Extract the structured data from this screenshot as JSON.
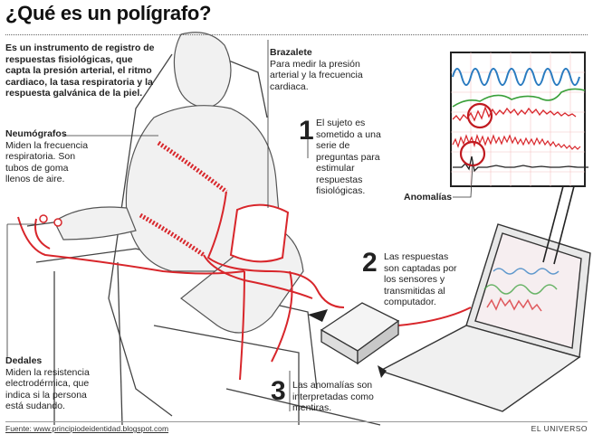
{
  "title": "¿Qué es un polígrafo?",
  "intro": "Es un instrumento de registro de respuestas fisiológicas, que capta la presión arterial, el ritmo cardiaco, la tasa respiratoria y la respuesta galvánica de la piel.",
  "brazalete": {
    "heading": "Brazalete",
    "body": "Para medir la presión arterial y la frecuencia cardiaca."
  },
  "neumografos": {
    "heading": "Neumógrafos",
    "body": "Miden la frecuencia respiratoria. Son tubos de goma llenos de aire."
  },
  "dedales": {
    "heading": "Dedales",
    "body": "Miden la resistencia electrodérmica, que indica si la persona está sudando."
  },
  "steps": [
    {
      "number": "1",
      "text": "El sujeto es sometido a una serie de preguntas para estimular respuestas fisiológicas."
    },
    {
      "number": "2",
      "text": "Las respuestas son captadas por los sensores y transmitidas al computador."
    },
    {
      "number": "3",
      "text": "Las anomalías son interpretadas como mentiras."
    }
  ],
  "anomalias_label": "Anomalías",
  "source": "Fuente: www.principiodeidentidad.blogspot.com",
  "credit": "EL UNIVERSO",
  "colors": {
    "tube": "#d8262b",
    "wave_blue": "#2a7bc0",
    "wave_green": "#3aa03a",
    "wave_red": "#d8262b",
    "line": "#333333"
  }
}
